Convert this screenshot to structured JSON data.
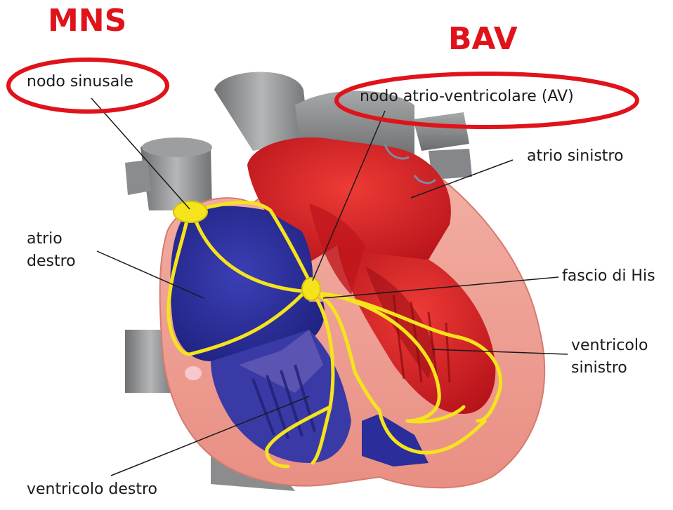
{
  "annotations": {
    "mns": "MNS",
    "bav": "BAV"
  },
  "labels": {
    "nodo_sinusale": "nodo sinusale",
    "nodo_av": "nodo atrio-ventricolare (AV)",
    "atrio_sinistro": "atrio sinistro",
    "atrio_destro_line1": "atrio",
    "atrio_destro_line2": "destro",
    "fascio_his": "fascio di His",
    "ventricolo_sinistro_line1": "ventricolo",
    "ventricolo_sinistro_line2": "sinistro",
    "ventricolo_destro": "ventricolo destro"
  },
  "colors": {
    "annotation_red": "#e0131a",
    "conduction_yellow": "#f5e41c",
    "left_heart_red": "#d8191f",
    "right_heart_blue": "#2e2f9c",
    "myocardium_pink": "#f0a49a",
    "vessel_gray": "#8a8c8e"
  }
}
